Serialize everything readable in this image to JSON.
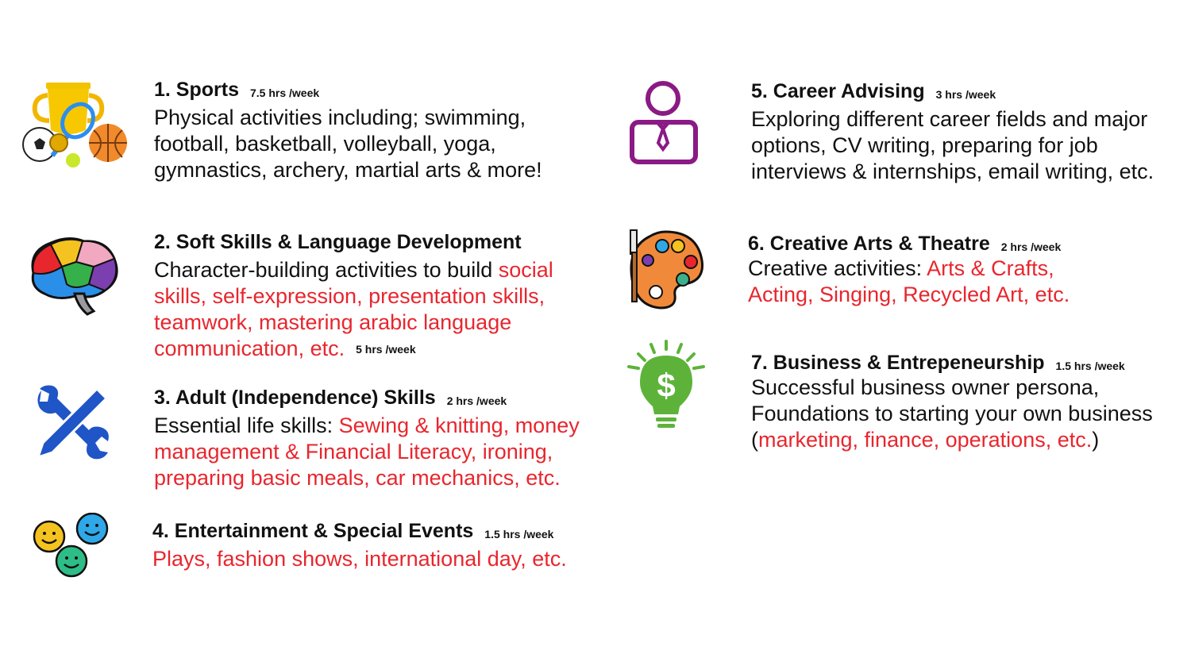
{
  "colors": {
    "accent_red": "#e8262e",
    "career_purple": "#8b1a84",
    "tools_blue": "#1f55c6",
    "bulb_green": "#5db33a"
  },
  "items": [
    {
      "title": "1. Sports",
      "hrs": "7.5 hrs /week",
      "icon": "sports-icon",
      "desc_plain": "Physical activities including; swimming, football, basketball, volleyball, yoga, gymnastics, archery, martial arts & more!"
    },
    {
      "title": "2. Soft Skills & Language Development",
      "hrs": "5 hrs /week",
      "icon": "brain-icon",
      "desc_plain": "Character-building activities to build ",
      "desc_red": "social skills, self-expression, presentation skills, teamwork, mastering arabic language communication, etc."
    },
    {
      "title": "3. Adult (Independence) Skills",
      "hrs": "2 hrs /week",
      "icon": "tools-icon",
      "desc_plain": "Essential life skills: ",
      "desc_red": "Sewing & knitting, money management & Financial Literacy, ironing, preparing basic meals, car mechanics, etc."
    },
    {
      "title": "4. Entertainment & Special Events",
      "hrs": "1.5 hrs /week",
      "icon": "smiley-faces-icon",
      "desc_red": "Plays, fashion shows, international day, etc."
    },
    {
      "title": "5. Career Advising",
      "hrs": "3 hrs /week",
      "icon": "person-tie-icon",
      "desc_plain": "Exploring different career fields and major options, CV writing, preparing for job interviews & internships, email writing, etc."
    },
    {
      "title": "6. Creative Arts & Theatre",
      "hrs": "2 hrs /week",
      "icon": "paint-palette-icon",
      "desc_plain": "Creative activities: ",
      "desc_red": "Arts & Crafts, Acting, Singing, Recycled Art, etc."
    },
    {
      "title": "7. Business & Entrepeneurship",
      "hrs": "1.5 hrs /week",
      "icon": "lightbulb-dollar-icon",
      "desc_plain": "Successful business owner persona, Foundations to starting your own business (",
      "desc_red": "marketing, finance, operations, etc.",
      "desc_end": ")"
    }
  ]
}
